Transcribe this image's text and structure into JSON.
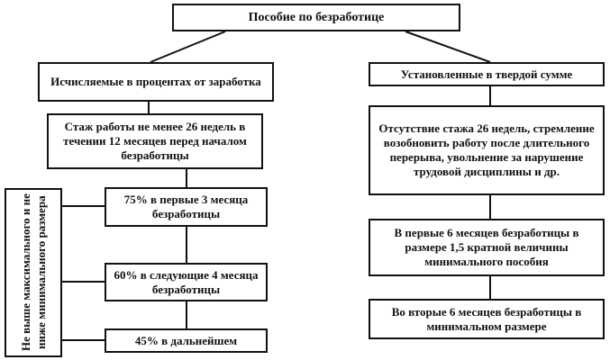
{
  "root": "Пособие по безработице",
  "left": {
    "title": "Исчисляемые в процентах от заработка",
    "condition": "Стаж работы не менее 26 недель в течении 12 месяцев перед началом безработицы",
    "steps": [
      "75% в первые 3 месяца безработицы",
      "60% в следующие 4 месяца безработицы",
      "45% в дальнейшем"
    ],
    "limit": "Не выше максимального и не ниже минимального размера"
  },
  "right": {
    "title": "Установленные в твердой сумме",
    "condition": "Отсутствие стажа 26 недель, стремление возобновить работу после длительного перерыва, увольнение за нарушение трудовой дисциплины и др.",
    "steps": [
      "В первые 6 месяцев безработицы в размере 1,5 кратной величины минимального пособия",
      "Во вторые 6 месяцев безработицы в минимальном размере"
    ]
  }
}
